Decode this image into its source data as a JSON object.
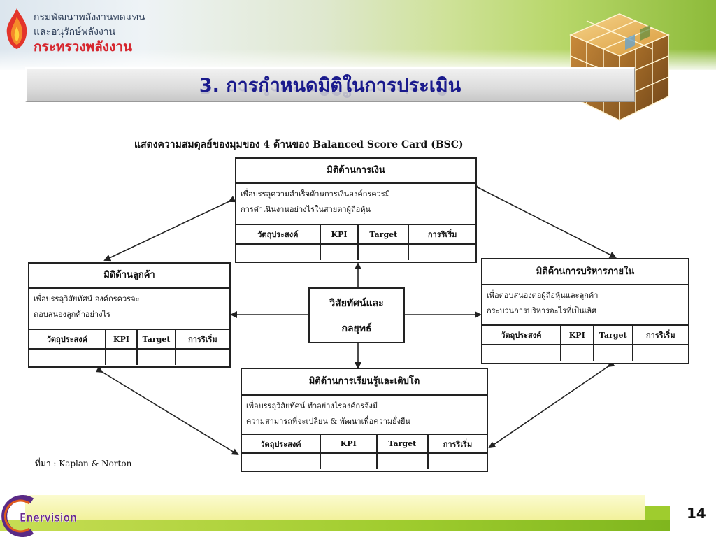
{
  "header": {
    "org_line1": "กรมพัฒนาพลังงานทดแทน",
    "org_line2": "และอนุรักษ์พลังงาน",
    "ministry": "กระทรวงพลังงาน"
  },
  "slide": {
    "title": "3. การกำหนดมิติในการประเมิน",
    "page_number": "14",
    "footer_logo_text": "Enervision"
  },
  "diagram": {
    "caption": "แสดงความสมดุลย์ของมุมของ 4 ด้านของ  Balanced  Score Card  (BSC)",
    "center": {
      "line1": "วิสัยทัศน์และ",
      "line2": "กลยุทธ์"
    },
    "columns": [
      "วัตถุประสงค์",
      "KPI",
      "Target",
      "การริเริ่ม"
    ],
    "boxes": {
      "finance": {
        "title": "มิติด้านการเงิน",
        "desc1": "เพื่อบรรลุความสำเร็จด้านการเงินองค์กรควรมี",
        "desc2": "การดำเนินงานอย่างไรในสายตาผู้ถือหุ้น"
      },
      "customer": {
        "title": "มิติด้านลูกค้า",
        "desc1": "เพื่อบรรลุวิสัยทัศน์ องค์กรควรจะ",
        "desc2": "ตอบสนองลูกค้าอย่างไร"
      },
      "internal": {
        "title": "มิติด้านการบริหารภายใน",
        "desc1": "เพื่อตอบสนองต่อผู้ถือหุ้นและลูกค้า",
        "desc2": "กระบวนการบริหารอะไรที่เป็นเลิศ"
      },
      "learning": {
        "title": "มิติด้านการเรียนรู้และเติบโต",
        "desc1": "เพื่อบรรลุวิสัยทัศน์ ทำอย่างไรองค์กรจึงมี",
        "desc2": "ความสามารถที่จะเปลี่ยน & พัฒนาเพื่อความยั่งยืน"
      }
    },
    "source": "ที่มา : Kaplan & Norton"
  }
}
